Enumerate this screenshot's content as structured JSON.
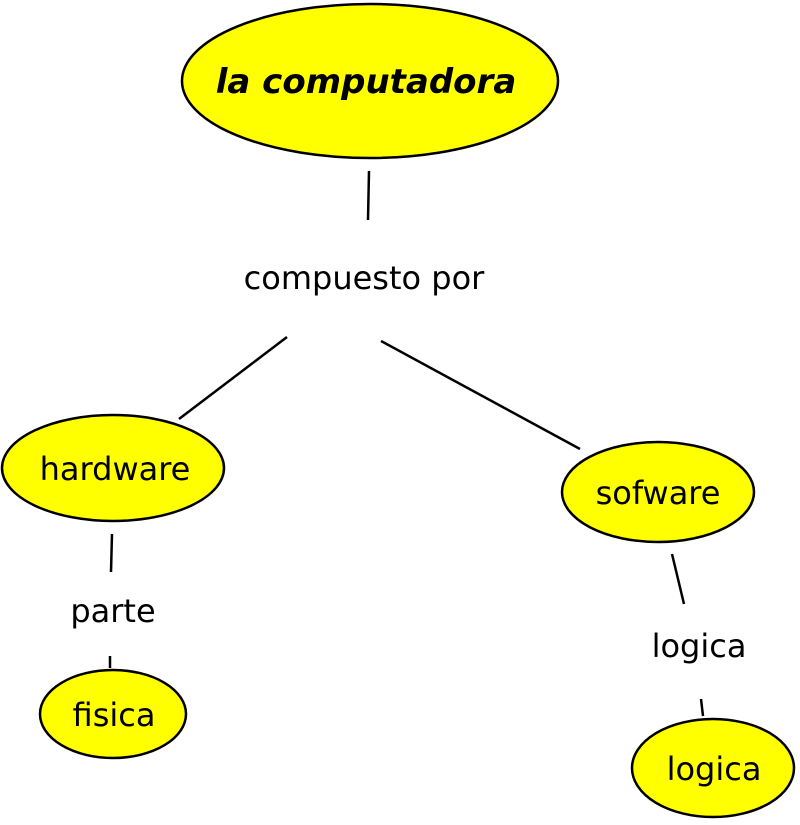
{
  "diagram": {
    "node_color": "#ffff00",
    "line_color": "#000000",
    "nodes": {
      "root": "la computadora",
      "hardware": "hardware",
      "sofware": "sofware",
      "fisica": "fisica",
      "logica": "logica"
    },
    "link_phrases": {
      "compuesto_por": "compuesto por",
      "parte": "parte",
      "logica": "logica"
    }
  }
}
